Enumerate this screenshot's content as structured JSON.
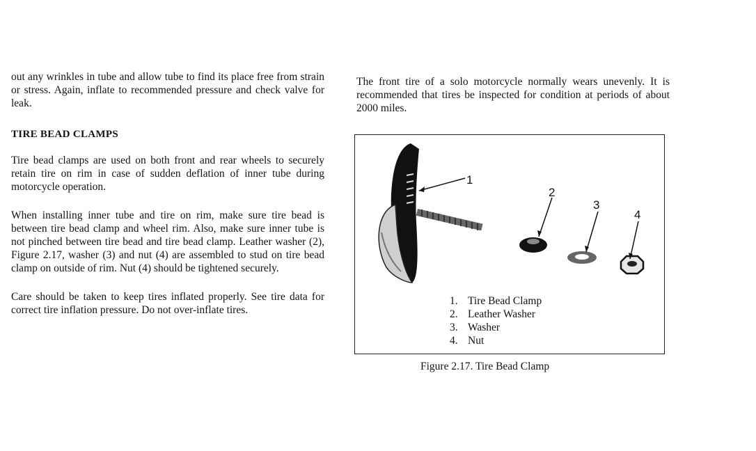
{
  "left_column": {
    "intro_paragraph": "out any wrinkles in tube and allow tube to find its place free from strain or stress. Again, inflate to recommended pressure and check valve for leak.",
    "section_heading": "TIRE BEAD CLAMPS",
    "paragraph_1": "Tire bead clamps are used on both front and rear wheels to securely retain tire on rim in case of sudden deflation of inner tube during motorcycle operation.",
    "paragraph_2": "When installing inner tube and tire on rim, make sure tire bead is between tire bead clamp and wheel rim. Also, make sure inner tube is not pinched between tire bead and tire bead clamp. Leather washer (2), Figure 2.17, washer (3) and nut (4) are assembled to stud on tire bead clamp on outside of rim. Nut (4) should be tightened securely.",
    "paragraph_3": "Care should be taken to keep tires inflated properly. See tire data for correct tire inflation pressure. Do not over-inflate tires."
  },
  "right_column": {
    "paragraph": "The front tire of a solo motorcycle normally wears unevenly. It is recommended that tires be inspected for condition at periods of about 2000 miles."
  },
  "figure": {
    "callouts": [
      "1",
      "2",
      "3",
      "4"
    ],
    "legend": [
      {
        "num": "1.",
        "label": "Tire Bead Clamp"
      },
      {
        "num": "2.",
        "label": "Leather Washer"
      },
      {
        "num": "3.",
        "label": "Washer"
      },
      {
        "num": "4.",
        "label": "Nut"
      }
    ],
    "caption": "Figure 2.17. Tire Bead Clamp"
  }
}
